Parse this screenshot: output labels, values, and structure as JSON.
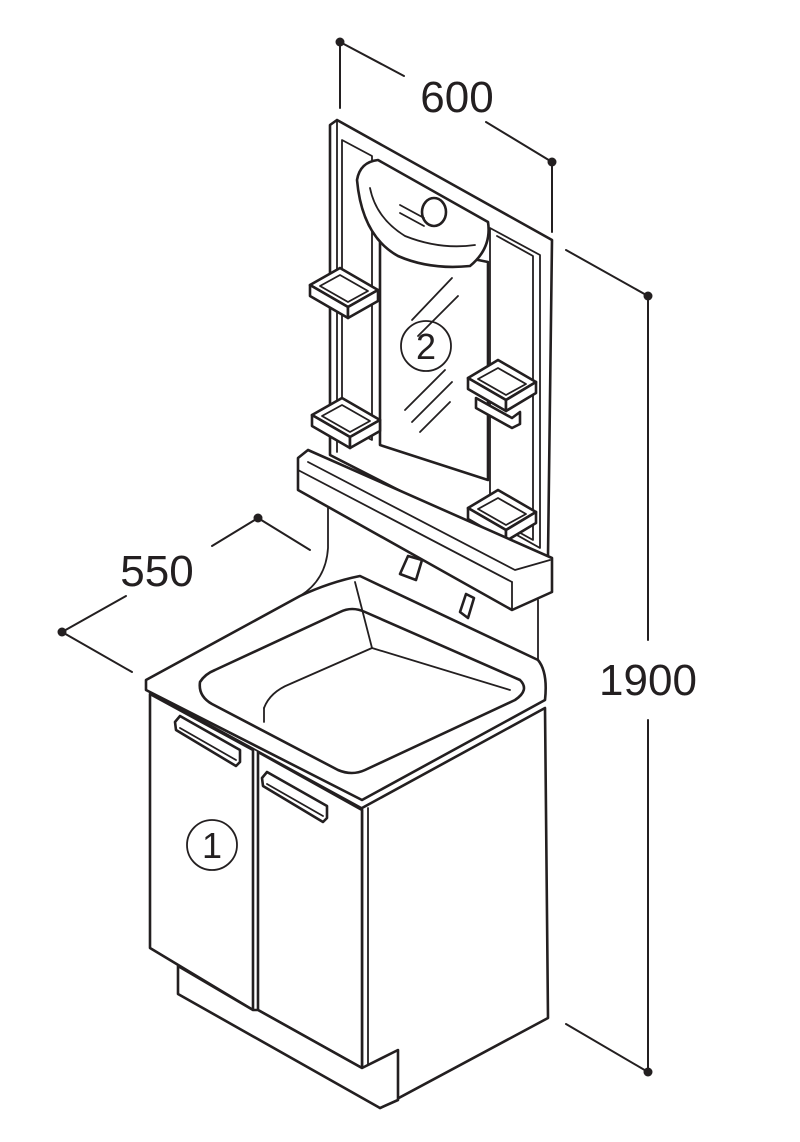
{
  "dimensions": {
    "width": "600",
    "depth": "550",
    "height": "1900"
  },
  "callouts": {
    "cabinet": "1",
    "mirror": "2"
  },
  "colors": {
    "line": "#231f20",
    "background": "#ffffff"
  }
}
